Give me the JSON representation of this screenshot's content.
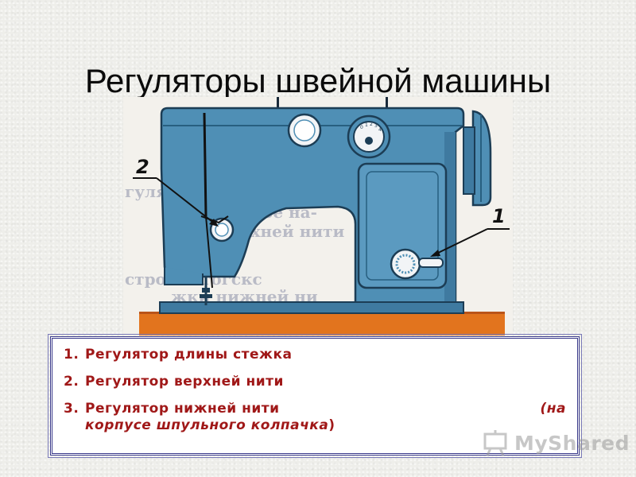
{
  "title": "Регуляторы швейной машины",
  "figure": {
    "callouts": [
      "1",
      "2"
    ],
    "colors": {
      "body": "#4f8fb5",
      "body_dark": "#285f80",
      "table": "#e2741e",
      "background_text": "#8b8fa8"
    },
    "background_text_lines": [
      "гулятор  верхней",
      "точное на-",
      "верхней нити",
      "стропнятогскс",
      "жки нижней ни"
    ]
  },
  "legend": {
    "items": [
      {
        "num": "1.",
        "text": "Регулятор длины стежка"
      },
      {
        "num": "2.",
        "text": "Регулятор верхней нити"
      },
      {
        "num": "3.",
        "text": "Регулятор нижней нити",
        "note_open": "(на",
        "note_rest": "корпусе шпульного колпачка",
        "note_close": ")"
      }
    ]
  },
  "watermark": {
    "text": "MyShared",
    "icon": "presentation-board-icon"
  }
}
